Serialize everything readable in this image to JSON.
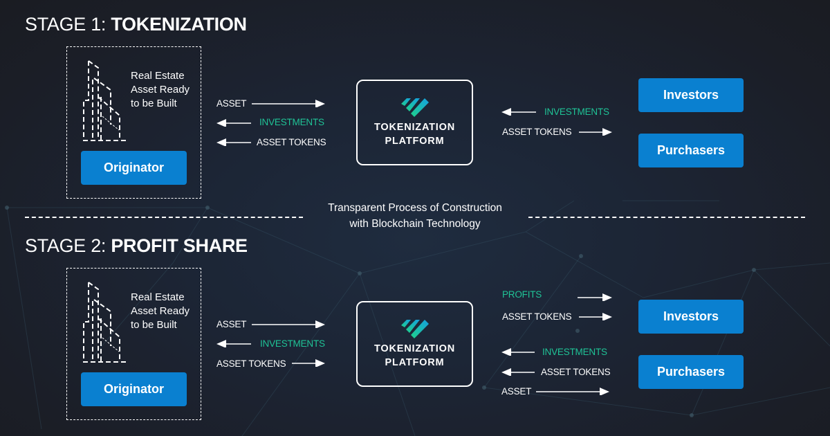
{
  "colors": {
    "background": "#1b2130",
    "accent_blue": "#0a80d0",
    "accent_green": "#1fc396",
    "text": "#ffffff"
  },
  "center_note": {
    "line1": "Transparent Process of Construction",
    "line2": "with Blockchain Technology"
  },
  "stage1": {
    "title_prefix": "STAGE 1: ",
    "title_main": "TOKENIZATION",
    "originator": {
      "icon": "building-icon",
      "asset_text": [
        "Real Estate",
        "Asset Ready",
        "to be Built"
      ],
      "button_label": "Originator"
    },
    "left_flows": [
      {
        "label": "ASSET",
        "color": "white",
        "direction": "right"
      },
      {
        "label": "INVESTMENTS",
        "color": "green",
        "direction": "left"
      },
      {
        "label": "ASSET TOKENS",
        "color": "white",
        "direction": "left"
      }
    ],
    "platform": {
      "icon": "diamond-logo-icon",
      "line1": "TOKENIZATION",
      "line2": "PLATFORM"
    },
    "right_flows": [
      {
        "label": "INVESTMENTS",
        "color": "green",
        "direction": "left"
      },
      {
        "label": "ASSET TOKENS",
        "color": "white",
        "direction": "right"
      }
    ],
    "parties": [
      "Investors",
      "Purchasers"
    ]
  },
  "stage2": {
    "title_prefix": "STAGE 2: ",
    "title_main": "PROFIT SHARE",
    "originator": {
      "icon": "building-icon",
      "asset_text": [
        "Real Estate",
        "Asset Ready",
        "to be Built"
      ],
      "button_label": "Originator"
    },
    "left_flows": [
      {
        "label": "ASSET",
        "color": "white",
        "direction": "right"
      },
      {
        "label": "INVESTMENTS",
        "color": "green",
        "direction": "left"
      },
      {
        "label": "ASSET TOKENS",
        "color": "white",
        "direction": "right"
      }
    ],
    "platform": {
      "icon": "diamond-logo-icon",
      "line1": "TOKENIZATION",
      "line2": "PLATFORM"
    },
    "right_flows_investors": [
      {
        "label": "PROFITS",
        "color": "green",
        "direction": "right"
      },
      {
        "label": "ASSET TOKENS",
        "color": "white",
        "direction": "right"
      }
    ],
    "right_flows_purchasers": [
      {
        "label": "INVESTMENTS",
        "color": "green",
        "direction": "left"
      },
      {
        "label": "ASSET TOKENS",
        "color": "white",
        "direction": "left"
      },
      {
        "label": "ASSET",
        "color": "white",
        "direction": "right"
      }
    ],
    "parties": [
      "Investors",
      "Purchasers"
    ]
  }
}
